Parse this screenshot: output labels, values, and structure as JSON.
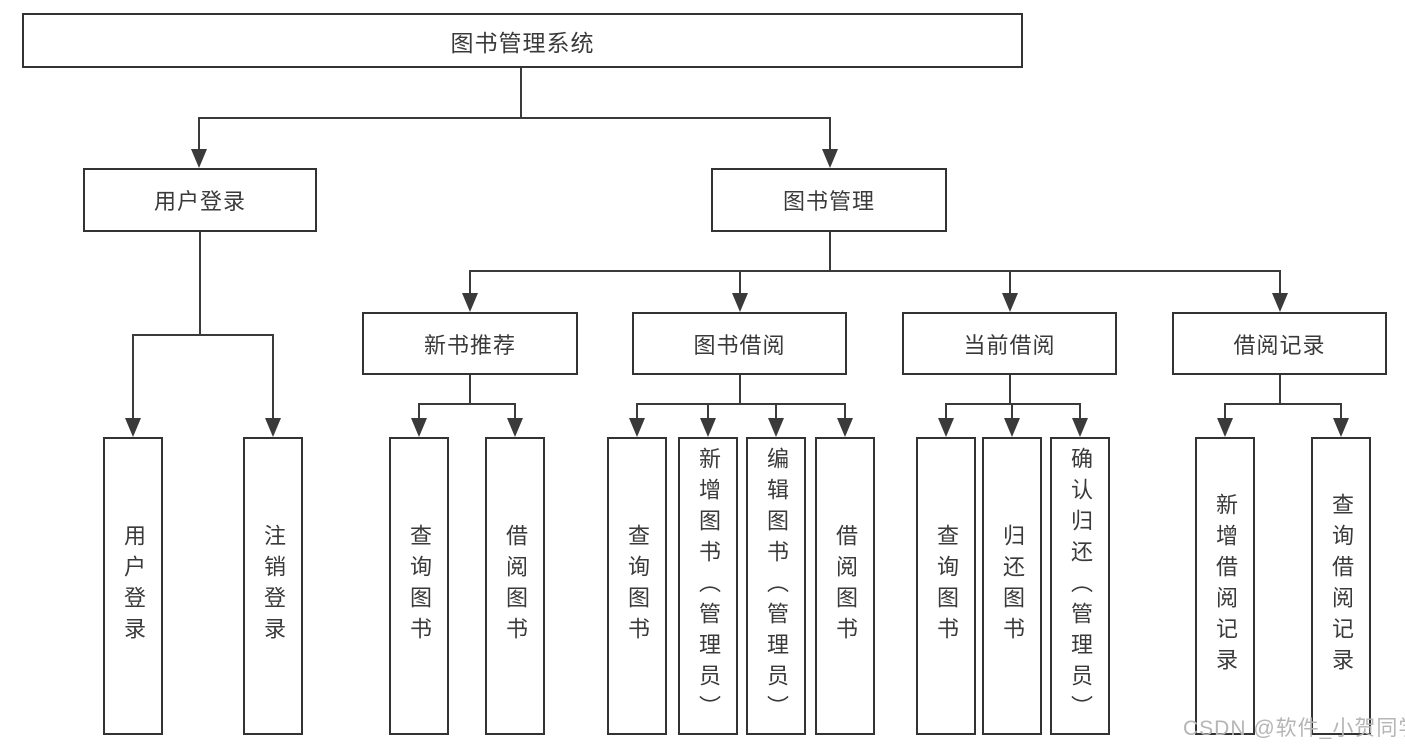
{
  "nodes": {
    "root": "图书管理系统",
    "user_login": "用户登录",
    "book_mgmt": "图书管理",
    "new_book": "新书推荐",
    "book_borrow": "图书借阅",
    "current_borrow": "当前借阅",
    "borrow_record": "借阅记录"
  },
  "leaves": {
    "user_login": [
      "用户登录",
      "注销登录"
    ],
    "new_book": [
      "查询图书",
      "借阅图书"
    ],
    "book_borrow": [
      "查询图书",
      "新增图书（管理员）",
      "编辑图书（管理员）",
      "借阅图书"
    ],
    "current_borrow": [
      "查询图书",
      "归还图书",
      "确认归还（管理员）"
    ],
    "borrow_record": [
      "新增借阅记录",
      "查询借阅记录"
    ]
  },
  "watermark": "CSDN @软件_小贺同学",
  "colors": {
    "line": "#3a3a3a",
    "border": "#333333",
    "text": "#3a3a3a",
    "watermark": "#b5b5b5",
    "background": "#ffffff"
  }
}
